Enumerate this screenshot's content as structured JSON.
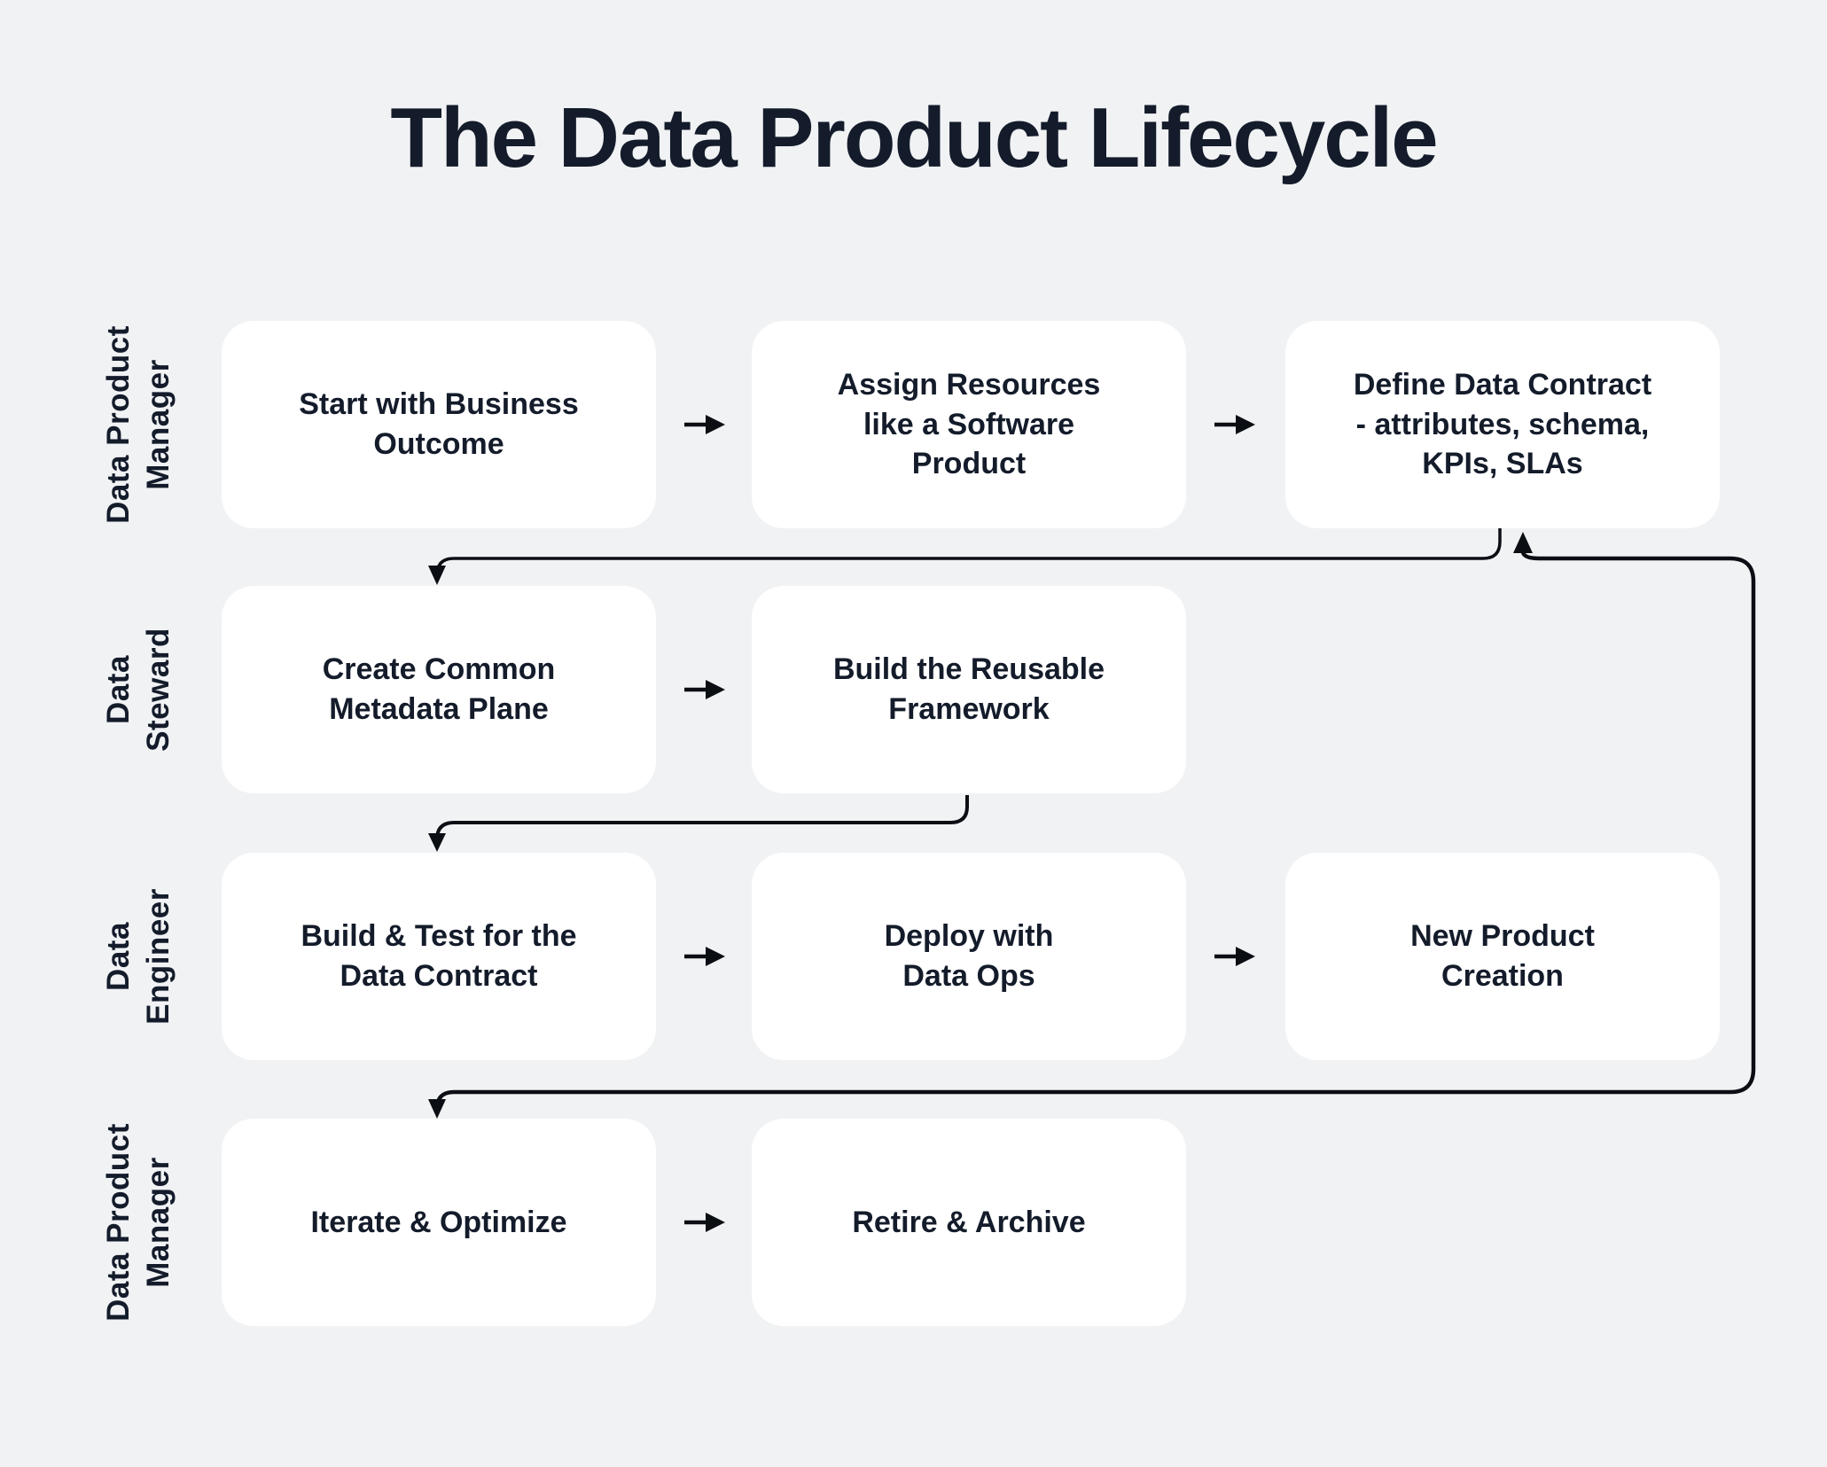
{
  "title": "The Data Product Lifecycle",
  "colors": {
    "background": "#f1f2f4",
    "box_fill": "#ffffff",
    "text": "#141c2b",
    "line": "#0b0e13"
  },
  "lanes": [
    {
      "role": "Data Product\nManager",
      "steps": [
        {
          "label": "Start with Business\nOutcome"
        },
        {
          "label": "Assign Resources\nlike a Software\nProduct"
        },
        {
          "label": "Define Data Contract\n- attributes, schema,\nKPIs, SLAs"
        }
      ]
    },
    {
      "role": "Data\nSteward",
      "steps": [
        {
          "label": "Create Common\nMetadata Plane"
        },
        {
          "label": "Build the Reusable\nFramework"
        }
      ]
    },
    {
      "role": "Data\nEngineer",
      "steps": [
        {
          "label": "Build & Test for the\nData Contract"
        },
        {
          "label": "Deploy with\nData Ops"
        },
        {
          "label": "New Product\nCreation"
        }
      ]
    },
    {
      "role": "Data Product\nManager",
      "steps": [
        {
          "label": "Iterate & Optimize"
        },
        {
          "label": "Retire & Archive"
        }
      ]
    }
  ],
  "connections": [
    {
      "from": "Start with Business Outcome",
      "to": "Assign Resources like a Software Product"
    },
    {
      "from": "Assign Resources like a Software Product",
      "to": "Define Data Contract - attributes, schema, KPIs, SLAs"
    },
    {
      "from": "Define Data Contract - attributes, schema, KPIs, SLAs",
      "to": "Create Common Metadata Plane"
    },
    {
      "from": "Create Common Metadata Plane",
      "to": "Build the Reusable Framework"
    },
    {
      "from": "Build the Reusable Framework",
      "to": "Build & Test for the Data Contract"
    },
    {
      "from": "Build & Test for the Data Contract",
      "to": "Deploy with Data Ops"
    },
    {
      "from": "Deploy with Data Ops",
      "to": "New Product Creation"
    },
    {
      "name": "feedback-loop",
      "arrow_into": [
        "Define Data Contract - attributes, schema, KPIs, SLAs",
        "Iterate & Optimize"
      ]
    },
    {
      "from": "Iterate & Optimize",
      "to": "Retire & Archive"
    }
  ]
}
